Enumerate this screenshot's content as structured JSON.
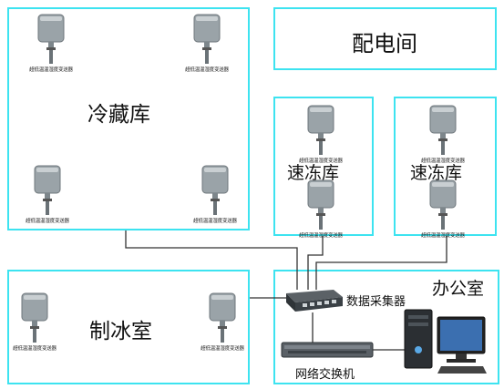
{
  "rooms": {
    "cold_storage": "冷藏库",
    "power_room": "配电间",
    "quick_freeze_1": "速冻库",
    "quick_freeze_2": "速冻库",
    "ice_room": "制冰室",
    "office": "办公室"
  },
  "sensor_caption": "超低温温湿度变送器",
  "devices": {
    "collector": "数据采集器",
    "switch": "网络交换机"
  },
  "colors": {
    "room_border": "#3de3f0",
    "wire": "#333333",
    "sensor_body": "#9aa3a8"
  }
}
